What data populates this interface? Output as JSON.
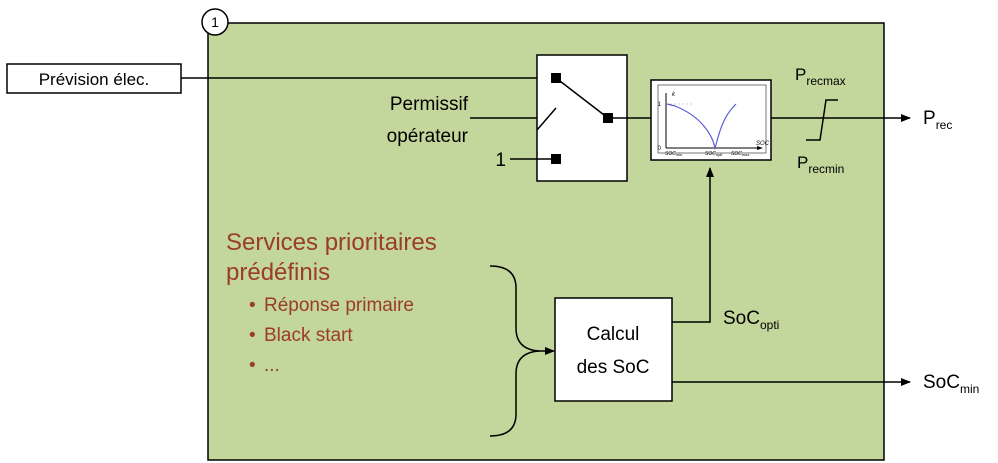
{
  "block_number": "1",
  "input_forecast": "Prévision élec.",
  "switch": {
    "permissive_line1": "Permissif",
    "permissive_line2": "opérateur",
    "constant_input": "1"
  },
  "curve_block": {
    "k_axis": "k",
    "k_tick": "1",
    "origin": "0",
    "soc_axis": "SOC",
    "soc_min": "SOC",
    "soc_min_sub": "min",
    "soc_opti": "SOC",
    "soc_opti_sub": "opti",
    "soc_max": "SOC",
    "soc_max_sub": "max"
  },
  "limits": {
    "max_main": "P",
    "max_sub": "recmax",
    "min_main": "P",
    "min_sub": "recmin"
  },
  "output_prec": {
    "main": "P",
    "sub": "rec"
  },
  "services": {
    "title_line1": "Services prioritaires",
    "title_line2": "prédéfinis",
    "items": [
      "Réponse primaire",
      "Black start",
      "..."
    ]
  },
  "calc_block": {
    "line1": "Calcul",
    "line2": "des SoC"
  },
  "soc_opti_label": {
    "main": "SoC",
    "sub": "opti"
  },
  "output_socmin": {
    "main": "SoC",
    "sub": "min"
  },
  "colors": {
    "panel": "#c3d69b",
    "services_text": "#9b3b2b",
    "curve": "#5b5bd6"
  }
}
